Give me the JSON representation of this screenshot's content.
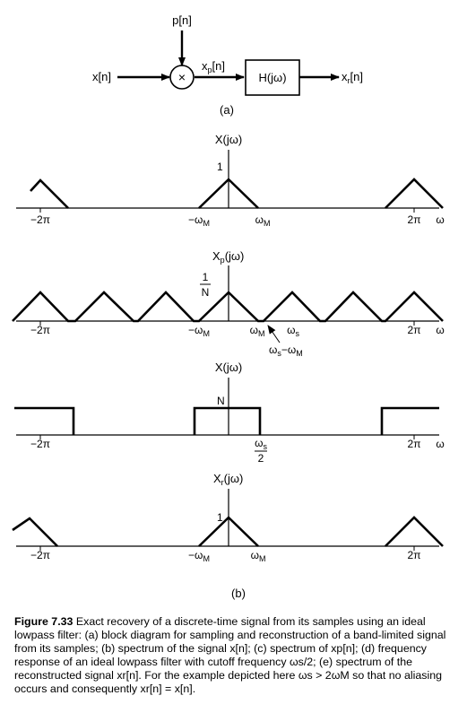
{
  "block_diagram": {
    "input": "x[n]",
    "modulator": "p[n]",
    "multiplier_symbol": "×",
    "sampled_x": "x",
    "sampled_sub": "p",
    "sampled_arg": "[n]",
    "filter_label": "H(jω)",
    "output_x": "x",
    "output_sub": "r",
    "output_arg": "[n]",
    "panel_label": "(a)"
  },
  "spectra": [
    {
      "title": "X(jω)",
      "peak_label": "1",
      "ticks": [
        "−2π",
        "−ω",
        "ω",
        "2π",
        "ω"
      ],
      "tick_subs": [
        "",
        "M",
        "M",
        "",
        ""
      ]
    },
    {
      "title_x": "X",
      "title_sub": "p",
      "title_arg": "(jω)",
      "peak_num": "1",
      "peak_den": "N",
      "ticks": [
        "−2π",
        "−ω",
        "ω",
        "ω",
        "2π",
        "ω"
      ],
      "tick_subs": [
        "",
        "M",
        "M",
        "s",
        "",
        ""
      ],
      "annotation": "ω",
      "annotation_sub1": "s",
      "annotation_mid": "−ω",
      "annotation_sub2": "M"
    },
    {
      "title": "X(jω)",
      "height_label": "N",
      "ticks": [
        "−2π",
        "2π",
        "ω"
      ],
      "cutoff_num": "ω",
      "cutoff_num_sub": "s",
      "cutoff_den": "2"
    },
    {
      "title_x": "X",
      "title_sub": "r",
      "title_arg": "(jω)",
      "peak_label": "1",
      "ticks": [
        "−2π",
        "−ω",
        "ω",
        "2π"
      ],
      "tick_subs": [
        "",
        "M",
        "M",
        ""
      ]
    }
  ],
  "panel_b_label": "(b)",
  "caption": {
    "figure_label": "Figure 7.33",
    "text": "Exact recovery of a discrete-time signal from its samples using an ideal lowpass filter: (a) block diagram for sampling and reconstruction of a band-limited signal from its samples; (b) spectrum of the signal x[n]; (c) spectrum of xp[n]; (d) frequency response of an ideal lowpass filter with cutoff frequency ωs/2; (e) spectrum of the reconstructed signal xr[n]. For the example depicted here ωs > 2ωM so that no aliasing occurs and consequently xr[n] = x[n]."
  }
}
